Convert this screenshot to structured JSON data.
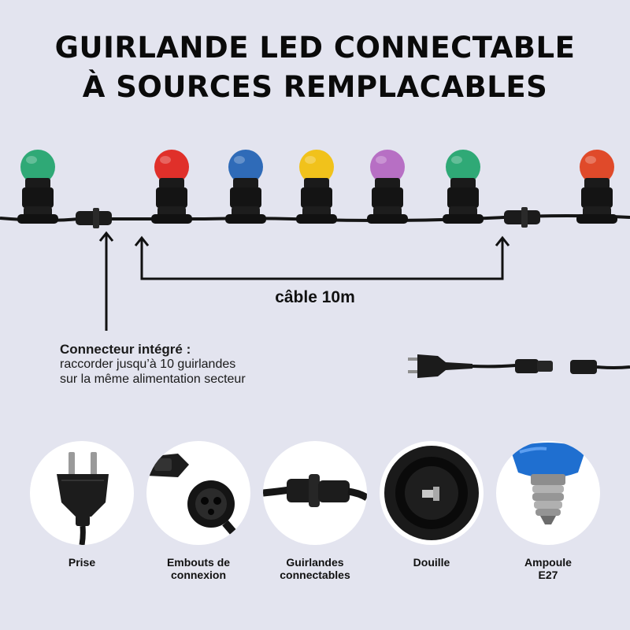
{
  "title": {
    "line1": "GUIRLANDE LED CONNECTABLE",
    "line2": "À SOURCES REMPLACABLES"
  },
  "cable_label": "câble 10m",
  "connector_note": {
    "heading": "Connecteur intégré :",
    "line1": "raccorder jusqu’à 10 guirlandes",
    "line2": "sur la même alimentation secteur"
  },
  "bulbs": [
    {
      "color": "#2fa976",
      "name": "green-bulb"
    },
    {
      "color": "#e0302a",
      "name": "red-bulb"
    },
    {
      "color": "#2f6bb8",
      "name": "blue-bulb"
    },
    {
      "color": "#f1c21b",
      "name": "yellow-bulb"
    },
    {
      "color": "#b76fc4",
      "name": "purple-bulb"
    },
    {
      "color": "#2fa976",
      "name": "green-bulb"
    },
    {
      "color": "#e04a2a",
      "name": "red-bulb"
    }
  ],
  "parts": [
    {
      "label_lines": [
        "Prise"
      ],
      "icon": "plug-icon"
    },
    {
      "label_lines": [
        "Embouts de",
        "connexion"
      ],
      "icon": "connector-end-icon"
    },
    {
      "label_lines": [
        "Guirlandes",
        "connectables"
      ],
      "icon": "inline-connector-icon"
    },
    {
      "label_lines": [
        "Douille"
      ],
      "icon": "socket-icon"
    },
    {
      "label_lines": [
        "Ampoule",
        "E27"
      ],
      "icon": "bulb-e27-icon"
    }
  ],
  "colors": {
    "background": "#e3e4ef",
    "cable": "#151515",
    "text": "#111111",
    "ampoule_blue": "#1f6fd0"
  }
}
